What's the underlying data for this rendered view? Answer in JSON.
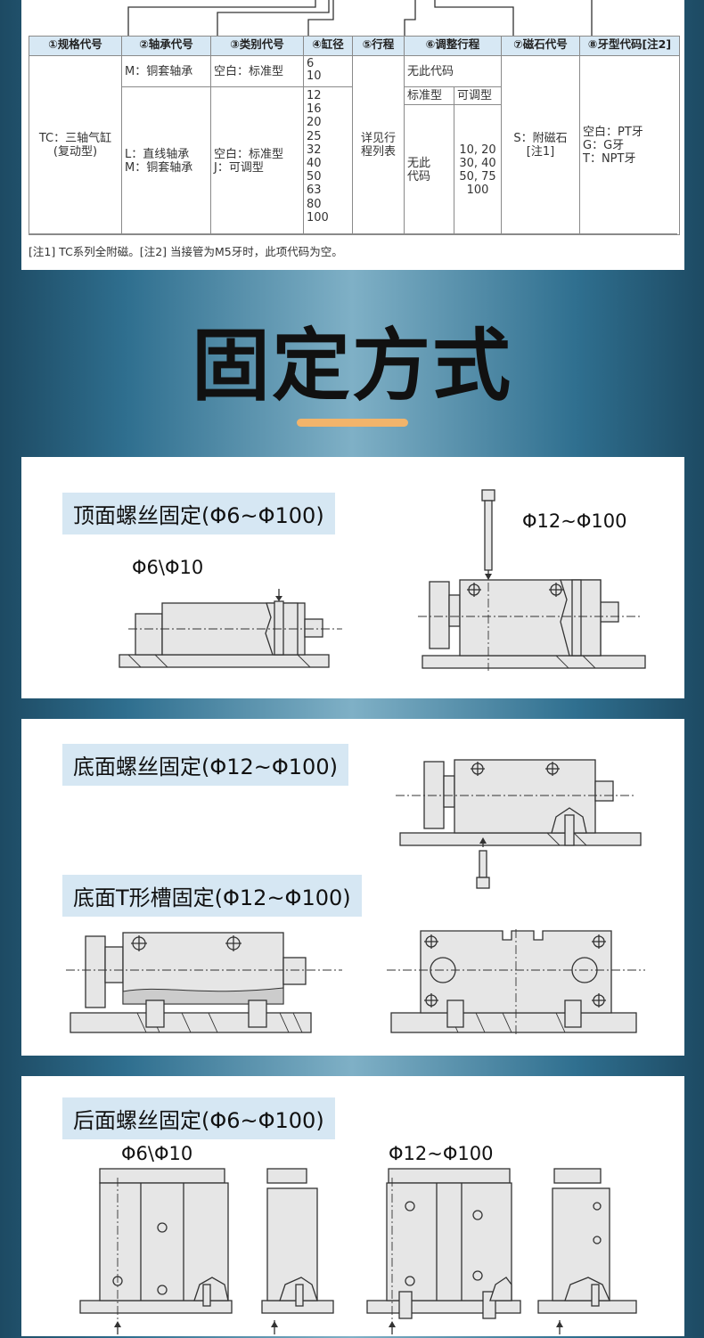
{
  "spec_table": {
    "headers": [
      "①规格代号",
      "②轴承代号",
      "③类别代号",
      "④缸径",
      "⑤行程",
      "⑥调整行程",
      "⑦磁石代号",
      "⑧牙型代码[注2]"
    ],
    "model": "TC：三轴气缸\n(复动型)",
    "bearing_row1": "M：铜套轴承",
    "bearing_row2": "L：直线轴承\nM：铜套轴承",
    "type_row1": "空白：标准型",
    "type_row2": "空白：标准型\nJ：可调型",
    "bore_row1": "6\n10",
    "bore_row2": "12\n16\n20\n25\n32\n40\n50\n63\n80\n100",
    "stroke": "详见行\n程列表",
    "adjust_row1": "无此代码",
    "adjust_sub_headers": [
      "标准型",
      "可调型"
    ],
    "adjust_standard": "无此\n代码",
    "adjust_adjustable": "10, 20\n30, 40\n50, 75\n100",
    "magnet": "S：附磁石\n[注1]",
    "thread": "空白：PT牙\nG：G牙\nT：NPT牙",
    "note": "[注1] TC系列全附磁。[注2] 当接管为M5牙时，此项代码为空。"
  },
  "section_heading": "固定方式",
  "colors": {
    "accent": "#f2b46b",
    "tag_bg": "#d6e7f3",
    "header_bg": "#d7e8f4"
  },
  "mount_top": {
    "tag": "顶面螺丝固定(Φ6~Φ100)",
    "label_small": "Φ6\\Φ10",
    "label_large": "Φ12~Φ100"
  },
  "mount_bottom": {
    "tag": "底面螺丝固定(Φ12~Φ100)"
  },
  "mount_tslot": {
    "tag": "底面T形槽固定(Φ12~Φ100)"
  },
  "mount_rear": {
    "tag": "后面螺丝固定(Φ6~Φ100)",
    "label_small": "Φ6\\Φ10",
    "label_large": "Φ12~Φ100"
  }
}
